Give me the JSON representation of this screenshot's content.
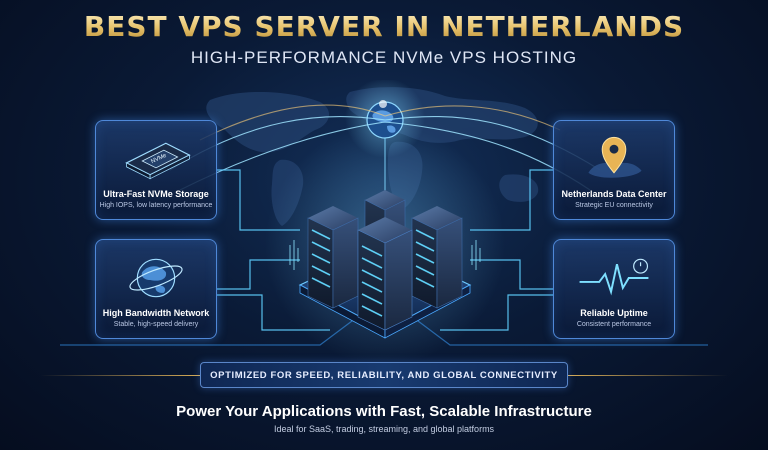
{
  "header": {
    "title": "BEST VPS SERVER IN NETHERLANDS",
    "subtitle": "HIGH-PERFORMANCE NVMe VPS HOSTING"
  },
  "features": [
    {
      "title": "Ultra-Fast NVMe Storage",
      "desc": "High IOPS, low latency performance",
      "icon": "nvme-drive-icon",
      "chip_label": "NVMe"
    },
    {
      "title": "High Bandwidth Network",
      "desc": "Stable, high-speed delivery",
      "icon": "globe-icon"
    },
    {
      "title": "Netherlands Data Center",
      "desc": "Strategic EU connectivity",
      "icon": "map-pin-icon"
    },
    {
      "title": "Reliable Uptime",
      "desc": "Consistent performance",
      "icon": "heartbeat-icon"
    }
  ],
  "banner": {
    "text": "OPTIMIZED FOR SPEED, RELIABILITY, AND GLOBAL CONNECTIVITY"
  },
  "footer": {
    "title": "Power Your Applications with Fast, Scalable Infrastructure",
    "subtitle": "Ideal for SaaS, trading, streaming, and global platforms"
  },
  "colors": {
    "accent": "#4f88d8",
    "gold": "#e6c16a",
    "background": "#0a1a36",
    "glow": "#5fd0ff"
  }
}
